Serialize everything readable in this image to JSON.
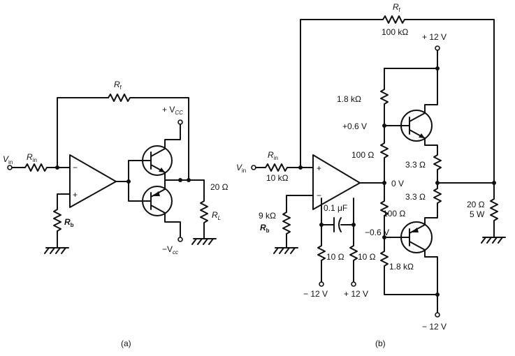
{
  "figure": {
    "caption_a": "(a)",
    "caption_b": "(b)"
  },
  "circuit_a": {
    "vin": "V",
    "vin_sub": "in",
    "rin": "R",
    "rin_sub": "in",
    "rf": "R",
    "rf_sub": "f",
    "rb": "R",
    "rb_sub": "b",
    "vcc_pos": "+ V",
    "vcc_pos_sub": "CC",
    "vcc_neg": "−V",
    "vcc_neg_sub": "cc",
    "rl_value": "20 Ω",
    "rl": "R",
    "rl_sub": "L",
    "opamp_minus": "−",
    "opamp_plus": "+"
  },
  "circuit_b": {
    "rf": "R",
    "rf_sub": "f",
    "rf_value": "100 kΩ",
    "vcc_pos": "+ 12 V",
    "vcc_neg": "− 12 V",
    "r_top_bias": "1.8 kΩ",
    "v_top": "+0.6 V",
    "r_100_top": "100 Ω",
    "r_emitter_top": "3.3 Ω",
    "v_mid": "0 V",
    "r_emitter_bot": "3.3 Ω",
    "r_100_bot": "100 Ω",
    "v_bot": "−0.6 V",
    "r_bot_bias": "1.8 kΩ",
    "rin": "R",
    "rin_sub": "in",
    "rin_value": "10 kΩ",
    "vin": "V",
    "vin_sub": "in",
    "rb_value": "9 kΩ",
    "rb": "R",
    "rb_sub": "b",
    "cap_value": "0.1 μF",
    "r10_left": "10 Ω",
    "r10_right": "10 Ω",
    "supply_left": "− 12 V",
    "supply_right": "+ 12 V",
    "rl_value": "20 Ω",
    "rl_power": "5 W",
    "opamp_plus": "+",
    "opamp_minus": "−"
  }
}
